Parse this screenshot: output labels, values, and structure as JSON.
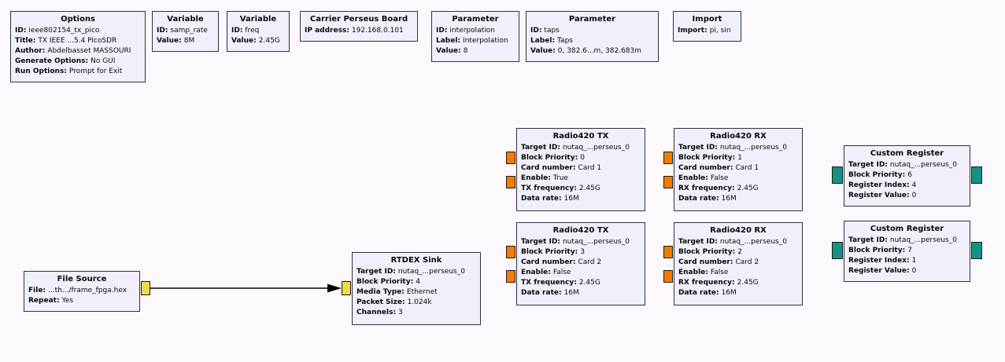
{
  "colors": {
    "canvas-bg": "#fdf8fd",
    "block-fill": "#f0effb",
    "block-border": "#32323e",
    "port-orange": "#f57a00",
    "port-yellow": "#efd94e",
    "port-teal": "#149287",
    "connection": "#000000"
  },
  "blocks": {
    "options": {
      "title": "Options",
      "params": [
        {
          "label": "ID:",
          "value": "ieee802154_tx_pico"
        },
        {
          "label": "Title:",
          "value": "TX IEEE ...5.4 PicoSDR"
        },
        {
          "label": "Author:",
          "value": "Abdelbasset MASSOURI"
        },
        {
          "label": "Generate Options:",
          "value": "No GUI"
        },
        {
          "label": "Run Options:",
          "value": "Prompt for Exit"
        }
      ]
    },
    "variable_samp_rate": {
      "title": "Variable",
      "params": [
        {
          "label": "ID:",
          "value": "samp_rate"
        },
        {
          "label": "Value:",
          "value": "8M"
        }
      ]
    },
    "variable_freq": {
      "title": "Variable",
      "params": [
        {
          "label": "ID:",
          "value": "freq"
        },
        {
          "label": "Value:",
          "value": "2.45G"
        }
      ]
    },
    "carrier_perseus_board": {
      "title": "Carrier Perseus Board",
      "params": [
        {
          "label": "IP address:",
          "value": "192.168.0.101"
        }
      ]
    },
    "parameter_interpolation": {
      "title": "Parameter",
      "params": [
        {
          "label": "ID:",
          "value": "interpolation"
        },
        {
          "label": "Label:",
          "value": "Interpolation"
        },
        {
          "label": "Value:",
          "value": "8"
        }
      ]
    },
    "parameter_taps": {
      "title": "Parameter",
      "params": [
        {
          "label": "ID:",
          "value": "taps"
        },
        {
          "label": "Label:",
          "value": "Taps"
        },
        {
          "label": "Value:",
          "value": "0, 382.6...m, 382.683m"
        }
      ]
    },
    "import": {
      "title": "Import",
      "params": [
        {
          "label": "Import:",
          "value": "pi, sin"
        }
      ]
    },
    "radio420_tx_1": {
      "title": "Radio420 TX",
      "params": [
        {
          "label": "Target ID:",
          "value": "nutaq_...perseus_0"
        },
        {
          "label": "Block Priority:",
          "value": "0"
        },
        {
          "label": "Card number:",
          "value": "Card 1"
        },
        {
          "label": "Enable:",
          "value": "True"
        },
        {
          "label": "TX frequency:",
          "value": "2.45G"
        },
        {
          "label": "Data rate:",
          "value": "16M"
        }
      ]
    },
    "radio420_rx_1": {
      "title": "Radio420 RX",
      "params": [
        {
          "label": "Target ID:",
          "value": "nutaq_...perseus_0"
        },
        {
          "label": "Block Priority:",
          "value": "1"
        },
        {
          "label": "Card number:",
          "value": "Card 1"
        },
        {
          "label": "Enable:",
          "value": "False"
        },
        {
          "label": "RX frequency:",
          "value": "2.45G"
        },
        {
          "label": "Data rate:",
          "value": "16M"
        }
      ]
    },
    "custom_register_1": {
      "title": "Custom Register",
      "params": [
        {
          "label": "Target ID:",
          "value": "nutaq_...perseus_0"
        },
        {
          "label": "Block Priority:",
          "value": "6"
        },
        {
          "label": "Register Index:",
          "value": "4"
        },
        {
          "label": "Register Value:",
          "value": "0"
        }
      ]
    },
    "radio420_tx_2": {
      "title": "Radio420 TX",
      "params": [
        {
          "label": "Target ID:",
          "value": "nutaq_...perseus_0"
        },
        {
          "label": "Block Priority:",
          "value": "3"
        },
        {
          "label": "Card number:",
          "value": "Card 2"
        },
        {
          "label": "Enable:",
          "value": "False"
        },
        {
          "label": "TX frequency:",
          "value": "2.45G"
        },
        {
          "label": "Data rate:",
          "value": "16M"
        }
      ]
    },
    "radio420_rx_2": {
      "title": "Radio420 RX",
      "params": [
        {
          "label": "Target ID:",
          "value": "nutaq_...perseus_0"
        },
        {
          "label": "Block Priority:",
          "value": "2"
        },
        {
          "label": "Card number:",
          "value": "Card 2"
        },
        {
          "label": "Enable:",
          "value": "False"
        },
        {
          "label": "RX frequency:",
          "value": "2.45G"
        },
        {
          "label": "Data rate:",
          "value": "16M"
        }
      ]
    },
    "custom_register_2": {
      "title": "Custom Register",
      "params": [
        {
          "label": "Target ID:",
          "value": "nutaq_...perseus_0"
        },
        {
          "label": "Block Priority:",
          "value": "7"
        },
        {
          "label": "Register Index:",
          "value": "1"
        },
        {
          "label": "Register Value:",
          "value": "0"
        }
      ]
    },
    "file_source": {
      "title": "File Source",
      "params": [
        {
          "label": "File:",
          "value": "...th.../frame_fpga.hex"
        },
        {
          "label": "Repeat:",
          "value": "Yes"
        }
      ]
    },
    "rtdex_sink": {
      "title": "RTDEX Sink",
      "params": [
        {
          "label": "Target ID:",
          "value": "nutaq_...perseus_0"
        },
        {
          "label": "Block Priority:",
          "value": "4"
        },
        {
          "label": "Media Type:",
          "value": "Ethernet"
        },
        {
          "label": "Packet Size:",
          "value": "1.024k"
        },
        {
          "label": "Channels:",
          "value": "3"
        }
      ]
    }
  },
  "connections": [
    {
      "source": "file_source",
      "sink": "rtdex_sink"
    }
  ]
}
